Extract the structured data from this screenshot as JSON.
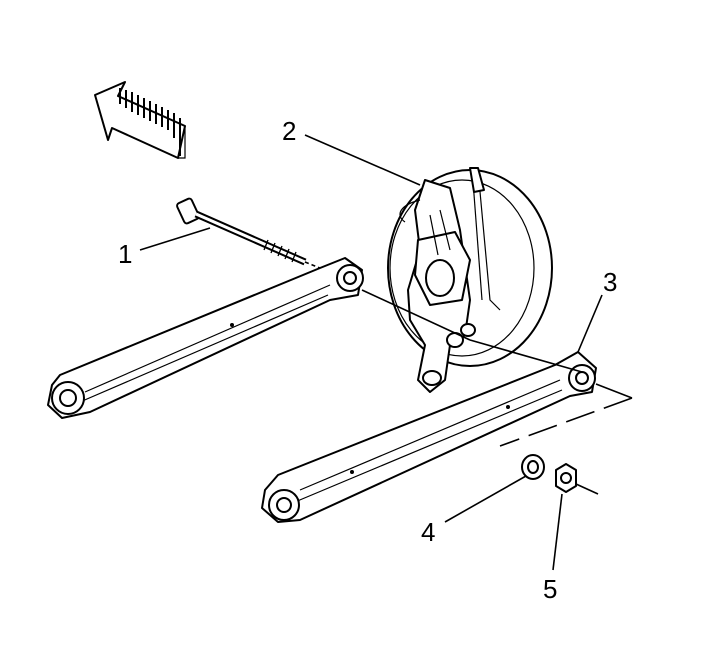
{
  "figure": {
    "callouts": [
      "1",
      "2",
      "3",
      "4",
      "5"
    ]
  },
  "parts": {
    "direction_arrow": "front-direction-arrow",
    "bolt": "bolt",
    "knuckle": "knuckle-assembly",
    "upper_link": "lateral-link",
    "lower_link": "lateral-link",
    "washer": "washer",
    "nut": "nut"
  }
}
